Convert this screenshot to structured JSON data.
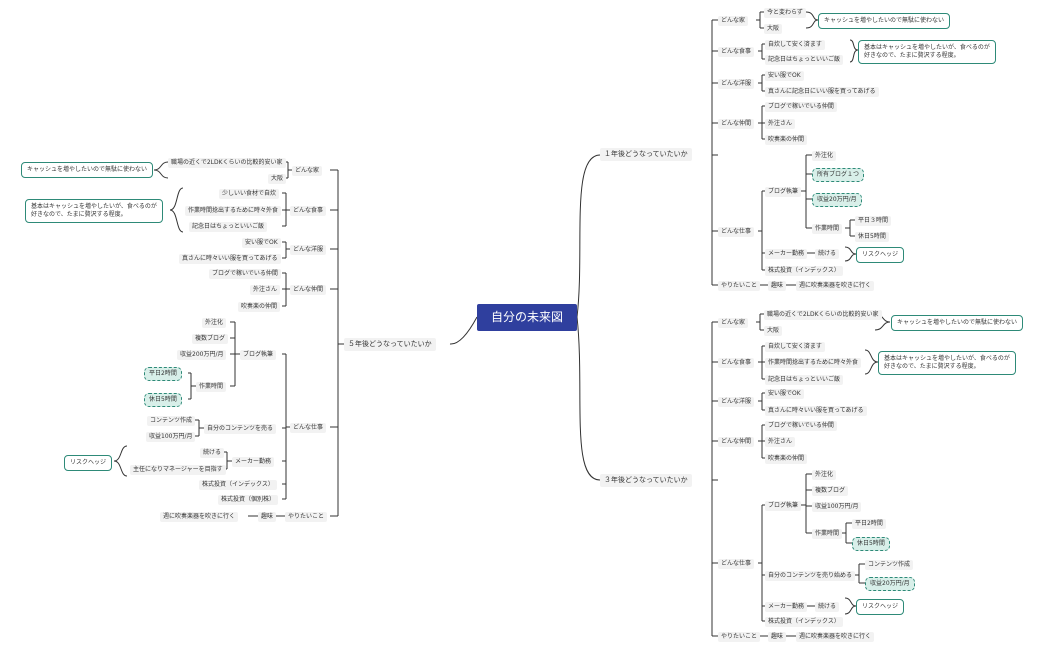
{
  "root": "自分の未来図",
  "r1": {
    "title": "１年後どうなっていたいか",
    "house": {
      "label": "どんな家",
      "items": [
        "今と変わらず",
        "大阪"
      ],
      "note": "キャッシュを増やしたいので無駄に使わない"
    },
    "meal": {
      "label": "どんな食事",
      "items": [
        "自炊して安く済ます",
        "記念日はちょっといいご飯"
      ],
      "note1": "基本はキャッシュを増やしたいが、食べるのが",
      "note2": "好きなので、たまに贅沢する程度。"
    },
    "clothes": {
      "label": "どんな洋服",
      "items": [
        "安い服でOK",
        "真さんに記念日にいい服を買ってあげる"
      ]
    },
    "friends": {
      "label": "どんな仲間",
      "items": [
        "ブログで稼いでいる仲間",
        "外注さん",
        "吹奏楽の仲間"
      ]
    },
    "work": {
      "label": "どんな仕事",
      "blog": "ブログ執筆",
      "outsource": "外注化",
      "ownblog": "所有ブログ１つ",
      "income": "収益20万円/月",
      "worktime": "作業時間",
      "weekday": "平日３時間",
      "holiday": "休日5時間",
      "maker": "メーカー勤務",
      "cont": "続ける",
      "risk": "リスクヘッジ",
      "stock": "株式投資（インデックス）"
    },
    "want": {
      "label": "やりたいこと",
      "hobby": "趣味",
      "item": "週に吹奏楽器を吹きに行く"
    }
  },
  "r3": {
    "title": "３年後どうなっていたいか",
    "house": {
      "label": "どんな家",
      "items": [
        "職場の近くで2LDKくらいの比較的安い家",
        "大阪"
      ],
      "note": "キャッシュを増やしたいので無駄に使わない"
    },
    "meal": {
      "label": "どんな食事",
      "items": [
        "自炊して安く済ます",
        "作業時間捻出するために時々外食",
        "記念日はちょっといいご飯"
      ],
      "note1": "基本はキャッシュを増やしたいが、食べるのが",
      "note2": "好きなので、たまに贅沢する程度。"
    },
    "clothes": {
      "label": "どんな洋服",
      "items": [
        "安い服でOK",
        "真さんに時々いい服を買ってあげる"
      ]
    },
    "friends": {
      "label": "どんな仲間",
      "items": [
        "ブログで稼いでいる仲間",
        "外注さん",
        "吹奏楽の仲間"
      ]
    },
    "work": {
      "label": "どんな仕事",
      "blog": "ブログ執筆",
      "outsource": "外注化",
      "multi": "複数ブログ",
      "income": "収益100万円/月",
      "worktime": "作業時間",
      "weekday": "平日2時間",
      "holiday": "休日5時間",
      "sell": "自分のコンテンツを売り始める",
      "content": "コンテンツ作成",
      "sellincome": "収益20万円/月",
      "maker": "メーカー勤務",
      "cont": "続ける",
      "risk": "リスクヘッジ",
      "stock": "株式投資（インデックス）"
    },
    "want": {
      "label": "やりたいこと",
      "hobby": "趣味",
      "item": "週に吹奏楽器を吹きに行く"
    }
  },
  "r5": {
    "title": "５年後どうなっていたいか",
    "house": {
      "label": "どんな家",
      "items": [
        "職場の近くで2LDKくらいの比較的安い家",
        "大阪"
      ],
      "note": "キャッシュを増やしたいので無駄に使わない"
    },
    "meal": {
      "label": "どんな食事",
      "items": [
        "少しいい食材で自炊",
        "作業時間捻出するために時々外食",
        "記念日はちょっといいご飯"
      ],
      "note1": "基本はキャッシュを増やしたいが、食べるのが",
      "note2": "好きなので、たまに贅沢する程度。"
    },
    "clothes": {
      "label": "どんな洋服",
      "items": [
        "安い服でOK",
        "真さんに時々いい服を買ってあげる"
      ]
    },
    "friends": {
      "label": "どんな仲間",
      "items": [
        "ブログで稼いでいる仲間",
        "外注さん",
        "吹奏楽の仲間"
      ]
    },
    "work": {
      "label": "どんな仕事",
      "blog": "ブログ執筆",
      "outsource": "外注化",
      "multi": "複数ブログ",
      "income": "収益200万円/月",
      "worktime": "作業時間",
      "weekday": "平日2時間",
      "holiday": "休日5時間",
      "sell": "自分のコンテンツを売る",
      "content": "コンテンツ作成",
      "sellincome": "収益100万円/月",
      "maker": "メーカー勤務",
      "cont": "続ける",
      "promote": "主任になりマネージャーを目指す",
      "risk": "リスクヘッジ",
      "stock1": "株式投資（インデックス）",
      "stock2": "株式投資（個別株）"
    },
    "want": {
      "label": "やりたいこと",
      "hobby": "趣味",
      "item": "週に吹奏楽器を吹きに行く"
    }
  }
}
